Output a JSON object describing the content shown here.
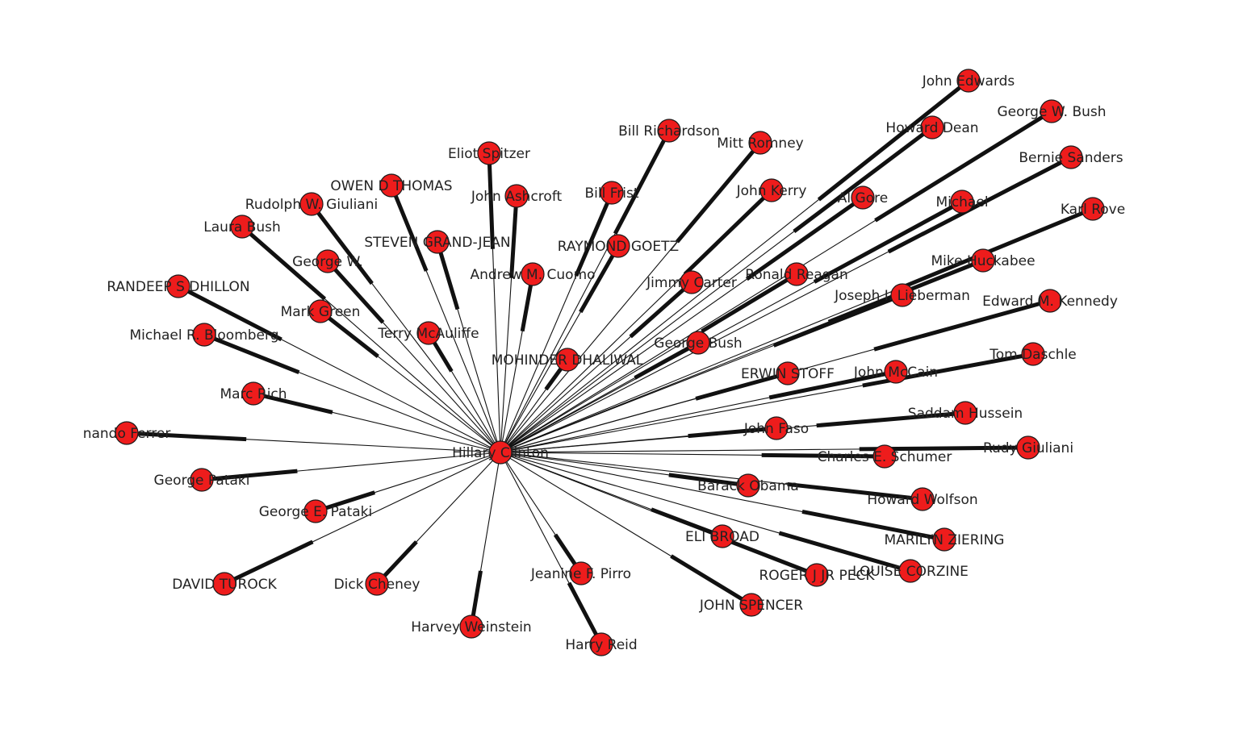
{
  "colors": {
    "node_fill": "#ee1c1c",
    "node_stroke": "#1a1a1a",
    "edge": "#111111",
    "label": "#222222",
    "background": "#ffffff"
  },
  "center_node": "Hillary Clinton",
  "nodes": [
    "John Edwards",
    "George W. Bush",
    "Bernie Sanders",
    "Karl Rove",
    "Howard Dean",
    "Mitt Romney",
    "Bill Richardson",
    "Eliot Spitzer",
    "OWEN D THOMAS",
    "Rudolph W. Giuliani",
    "Laura Bush",
    "John Ashcroft",
    "Bill Frist",
    "John Kerry",
    "Al Gore",
    "Michael",
    "STEVEN GRAND-JEAN",
    "RAYMOND GOETZ",
    "George W.",
    "Andrew M. Cuomo",
    "Jimmy Carter",
    "Ronald Reagan",
    "Mike Huckabee",
    "RANDEEP S DHILLON",
    "Mark Green",
    "Joseph I. Lieberman",
    "Edward M. Kennedy",
    "Michael R. Bloomberg",
    "Terry McAuliffe",
    "George Bush",
    "MOHINDER DHALIWAL",
    "Tom Daschle",
    "ERWIN STOFF",
    "John McCain",
    "Marc Rich",
    "Saddam Hussein",
    "John Faso",
    "nando Ferrer",
    "Rudy Giuliani",
    "Charles E. Schumer",
    "George Pataki",
    "Barack Obama",
    "Howard Wolfson",
    "George E. Pataki",
    "ELI BROAD",
    "MARILYN ZIERING",
    "LOUISE CORZINE",
    "ROGER J JR PECK",
    "DAVID TUROCK",
    "Dick Cheney",
    "Jeanine F. Pirro",
    "JOHN SPENCER",
    "Harvey Weinstein",
    "Harry Reid"
  ]
}
